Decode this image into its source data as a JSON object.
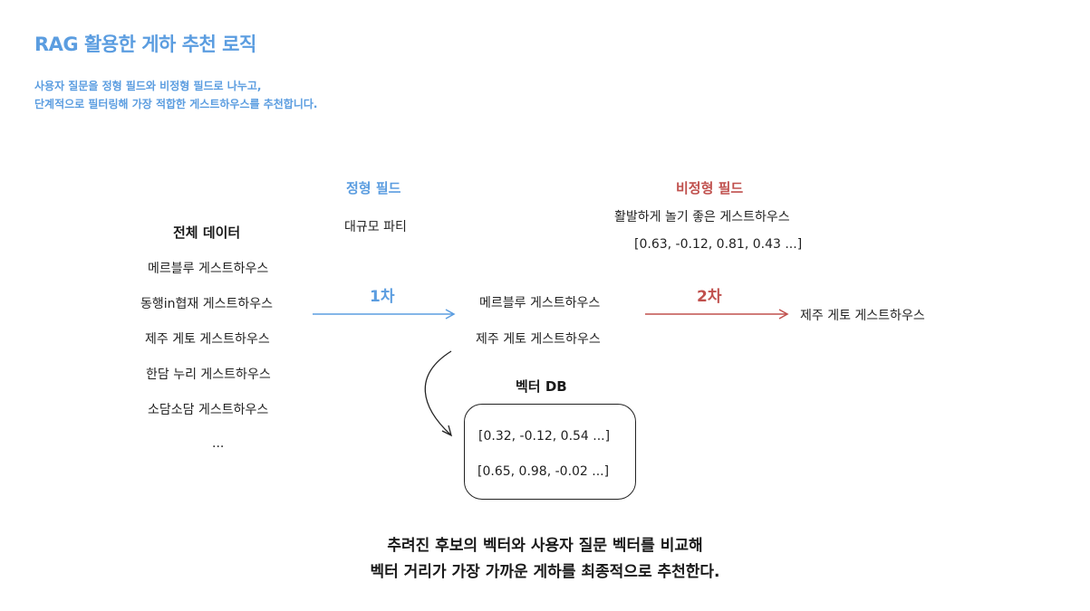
{
  "title": "RAG 활용한 게하 추천 로직",
  "subtitle": [
    "사용자 질문을 정형 필드와 비정형 필드로 나누고,",
    "단계적으로 필터링해 가장 적합한 게스트하우스를 추천합니다."
  ],
  "all_data": {
    "label": "전체 데이터",
    "items": [
      "메르블루 게스트하우스",
      "동행in협재 게스트하우스",
      "제주 게토 게스트하우스",
      "한담 누리 게스트하우스",
      "소담소담 게스트하우스",
      "..."
    ]
  },
  "structured": {
    "label": "정형 필드",
    "query": "대규모 파티",
    "step": "1차"
  },
  "candidates": [
    "메르블루 게스트하우스",
    "제주 게토 게스트하우스"
  ],
  "unstructured": {
    "label": "비정형 필드",
    "query": "활발하게 놀기 좋은 게스트하우스",
    "vector": "[0.63, -0.12, 0.81, 0.43 ...]",
    "step": "2차"
  },
  "result": "제주 게토 게스트하우스",
  "vector_db": {
    "label": "벡터 DB",
    "rows": [
      "[0.32, -0.12, 0.54 ...]",
      "[0.65, 0.98, -0.02 ...]"
    ]
  },
  "bottom_text": [
    "추려진 후보의 벡터와 사용자 질문 벡터를 비교해",
    "벡터 거리가 가장 가까운 게하를 최종적으로 추천한다."
  ],
  "colors": {
    "accent_blue": "#5b9de0",
    "accent_red": "#c0504d"
  }
}
